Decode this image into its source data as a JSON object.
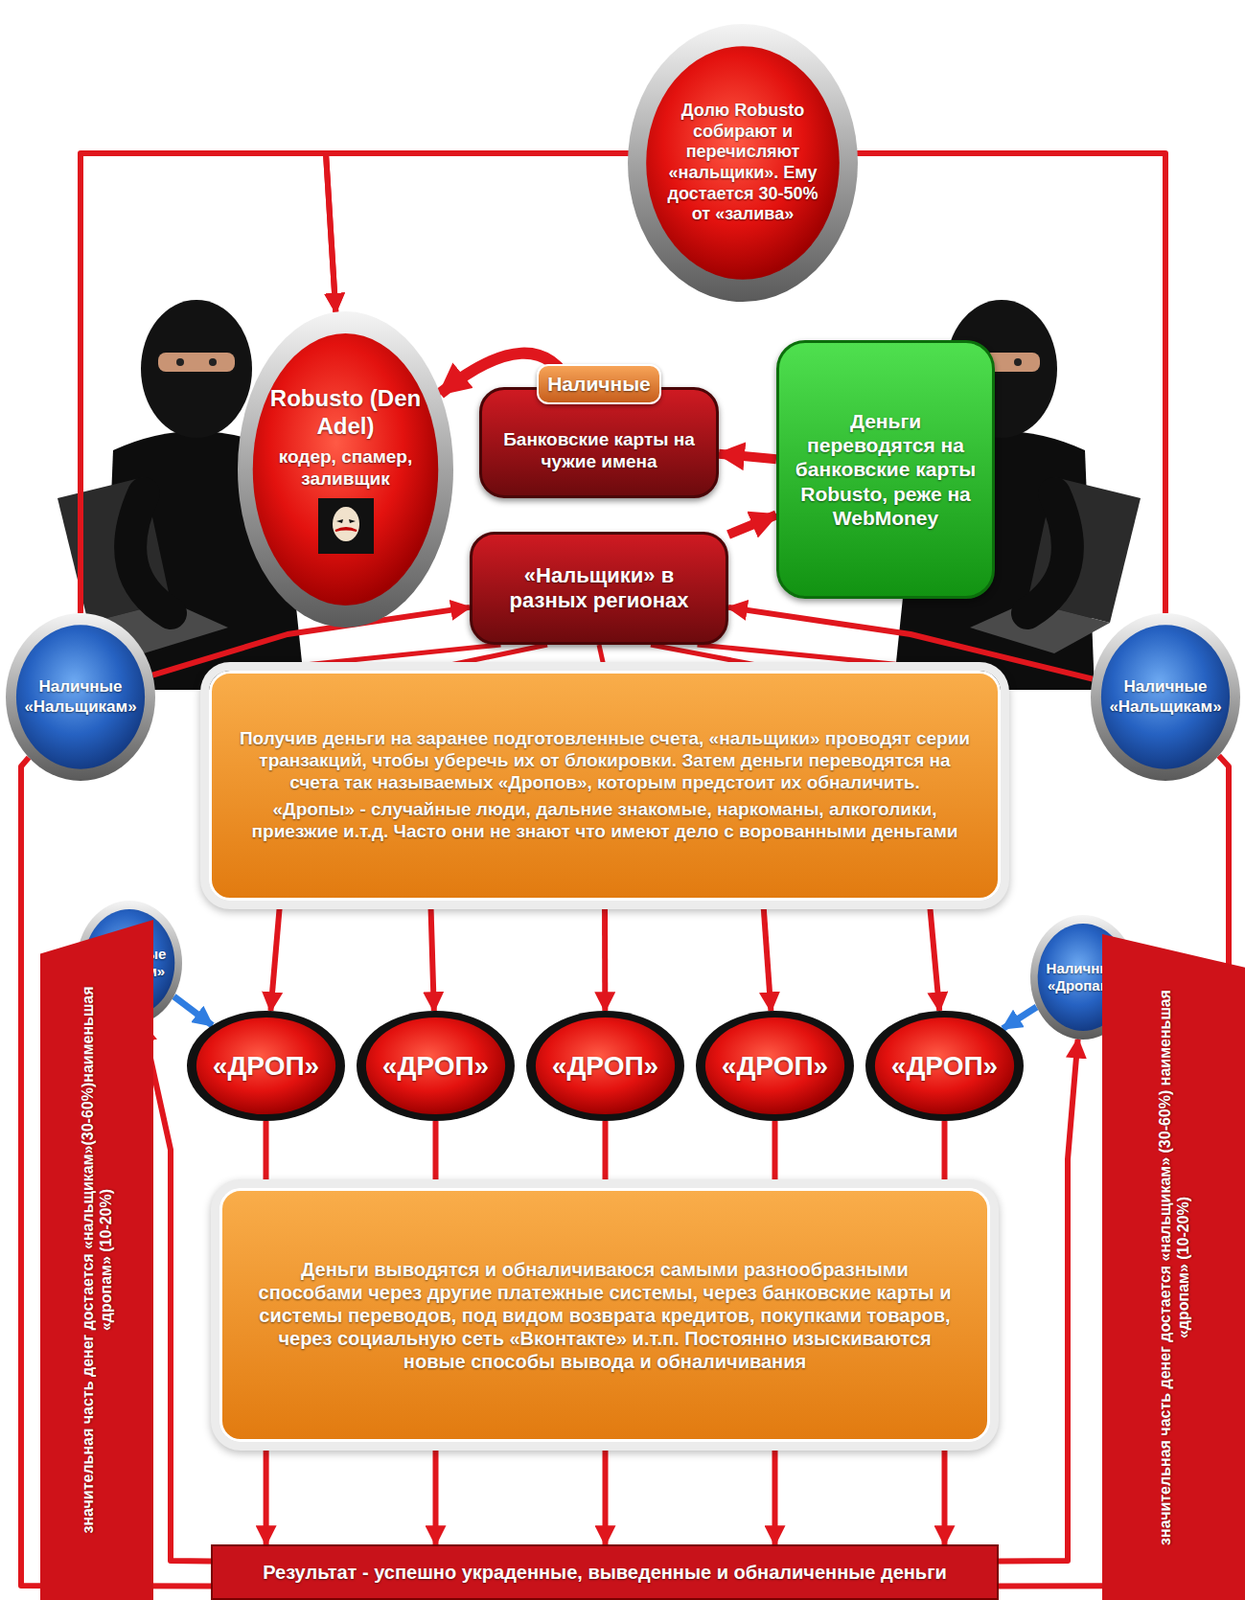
{
  "diagram": {
    "nodes": [
      {
        "text": [
          "Долю Robusto собирают и перечисляют «нальщики». Ему достается 30-50% от «залива»"
        ]
      },
      {
        "text": [
          "Robusto (Den Adel)",
          "кодер, спамер, заливщик"
        ]
      },
      {
        "text": [
          "Наличные"
        ]
      },
      {
        "text": [
          "Банковские карты на чужие имена"
        ]
      },
      {
        "text": [
          "Деньги переводятся на банковские карты Robusto, реже на WebMoney"
        ]
      },
      {
        "text": [
          "«Нальщики» в разных регионах"
        ]
      },
      {
        "text": [
          "Наличные «Нальщикам»"
        ]
      },
      {
        "text": [
          "Наличные «Нальщикам»"
        ]
      },
      {
        "text": [
          "Получив деньги на заранее подготовленные счета, «нальщики» проводят серии транзакций, чтобы уберечь их от блокировки. Затем деньги переводятся на счета так называемых «Дропов», которым предстоит их обналичить.",
          "«Дропы» - случайные люди, дальние знакомые, наркоманы, алкоголики, приезжие и.т.д. Часто они не знают что имеют дело с ворованными деньгами"
        ]
      },
      {
        "text": [
          "Наличные «Дропам»"
        ]
      },
      {
        "text": [
          "Наличные «Дропам»"
        ]
      },
      {
        "text": [
          "«ДРОП»"
        ]
      },
      {
        "text": [
          "«ДРОП»"
        ]
      },
      {
        "text": [
          "«ДРОП»"
        ]
      },
      {
        "text": [
          "«ДРОП»"
        ]
      },
      {
        "text": [
          "«ДРОП»"
        ]
      },
      {
        "text": [
          "Деньги выводятся и обналичиваюся самыми разнообразными способами через другие платежные системы, через банковские карты и системы переводов, под видом возврата кредитов, покупками товаров, через социальную сеть «Вконтакте» и.т.п. Постоянно изыскиваются новые способы вывода и обналичивания"
        ]
      },
      {
        "text": [
          "Результат - успешно украденные, выведенные и обналиченные деньги"
        ]
      },
      {
        "text": [
          "значительная часть денег достается «нальщикам»(30-60%)наименьшая «дропам» (10-20%)"
        ]
      },
      {
        "text": [
          "значительная часть денег достается «нальщикам» (30-60%) наименьшая «дропам» (10-20%)"
        ]
      }
    ],
    "edges": [
      {
        "from": 6,
        "to": 1,
        "arrow": "to"
      },
      {
        "from": 7,
        "to": 1,
        "arrow": "to"
      },
      {
        "from": 3,
        "to": 1,
        "arrow": "to"
      },
      {
        "from": 4,
        "to": 3,
        "arrow": "to"
      },
      {
        "from": 5,
        "to": 4,
        "arrow": "to"
      },
      {
        "from": 6,
        "to": 5,
        "arrow": "to"
      },
      {
        "from": 7,
        "to": 5,
        "arrow": "to"
      },
      {
        "from": 5,
        "to": 8,
        "arrow": "none"
      },
      {
        "from": 8,
        "to": 11,
        "arrow": "to"
      },
      {
        "from": 8,
        "to": 12,
        "arrow": "to"
      },
      {
        "from": 8,
        "to": 13,
        "arrow": "to"
      },
      {
        "from": 8,
        "to": 14,
        "arrow": "to"
      },
      {
        "from": 8,
        "to": 15,
        "arrow": "to"
      },
      {
        "from": 9,
        "to": 11,
        "arrow": "to"
      },
      {
        "from": 10,
        "to": 15,
        "arrow": "to"
      },
      {
        "from": 11,
        "to": 16,
        "arrow": "none"
      },
      {
        "from": 12,
        "to": 16,
        "arrow": "none"
      },
      {
        "from": 13,
        "to": 16,
        "arrow": "none"
      },
      {
        "from": 14,
        "to": 16,
        "arrow": "none"
      },
      {
        "from": 15,
        "to": 16,
        "arrow": "none"
      },
      {
        "from": 16,
        "to": 17,
        "arrow": "to"
      },
      {
        "from": 17,
        "to": 9,
        "arrow": "to"
      },
      {
        "from": 17,
        "to": 10,
        "arrow": "to"
      },
      {
        "from": 17,
        "to": 6,
        "arrow": "none"
      },
      {
        "from": 17,
        "to": 7,
        "arrow": "none"
      }
    ]
  }
}
